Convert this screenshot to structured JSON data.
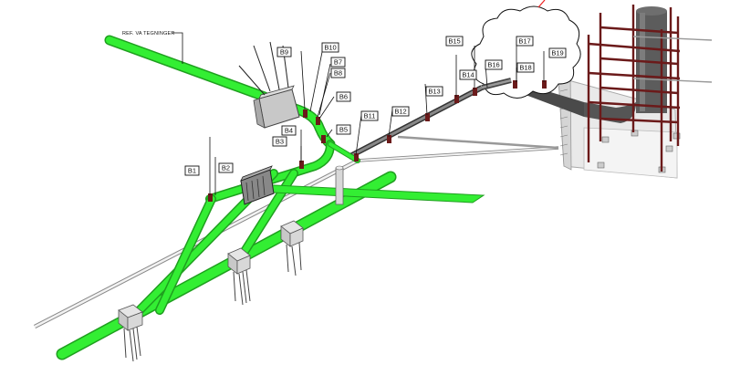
{
  "reference_note": "REF. VA TEGNINGER",
  "tags": [
    "B1",
    "B2",
    "B3",
    "B4",
    "B5",
    "B6",
    "B7",
    "B8",
    "B9",
    "B10",
    "B11",
    "B12",
    "B13",
    "B14",
    "B15",
    "B16",
    "B17",
    "B18",
    "B19"
  ],
  "colors": {
    "pipe_green": "#33ee33",
    "pipe_green_edge": "#1f9f1f",
    "pipe_grey": "#555555",
    "steel_red": "#7a1f1f",
    "leader_red": "#ee2222",
    "tag_border": "#111111"
  }
}
